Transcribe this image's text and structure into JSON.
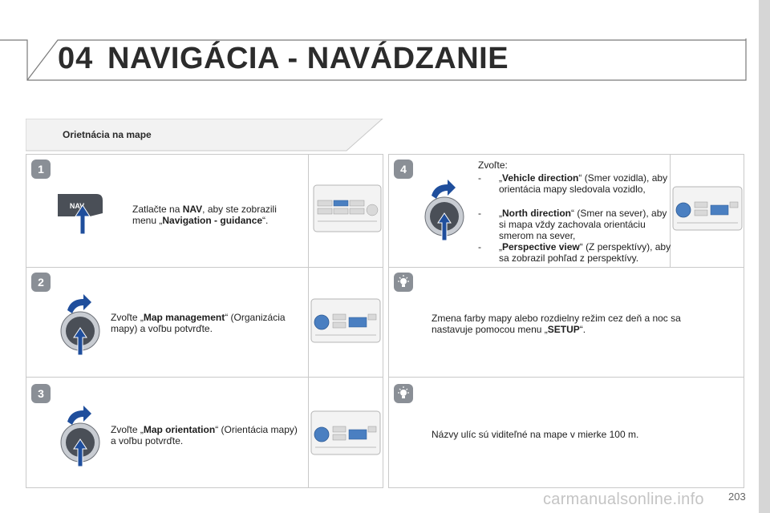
{
  "header": {
    "chapter_number": "04",
    "chapter_title": "NAVIGÁCIA - NAVÁDZANIE"
  },
  "section": {
    "title": "Orietnácia na mape"
  },
  "steps": [
    {
      "badge": "1",
      "button_label": "NAV",
      "text_pre": "Zatlačte na ",
      "text_bold1": "NAV",
      "text_mid": ", aby ste zobrazili menu „",
      "text_bold2": "Navigation - guidance",
      "text_post": "“."
    },
    {
      "badge": "2",
      "text_pre": "Zvoľte „",
      "text_bold": "Map management",
      "text_post": "“ (Organizácia mapy) a voľbu potvrďte."
    },
    {
      "badge": "3",
      "text_pre": "Zvoľte „",
      "text_bold": "Map orientation",
      "text_post": "“ (Orientácia mapy) a voľbu potvrďte."
    },
    {
      "badge": "4",
      "intro": "Zvoľte:",
      "options": [
        {
          "dash": "-",
          "pre": "„",
          "bold": "Vehicle direction",
          "post": "“ (Smer vozidla), aby orientácia mapy sledovala vozidlo,"
        },
        {
          "dash": "-",
          "pre": "„",
          "bold": "North direction",
          "post": "“ (Smer na sever), aby si mapa vždy zachovala orientáciu smerom na sever,"
        },
        {
          "dash": "-",
          "pre": "„",
          "bold": "Perspective view",
          "post": "“ (Z perspektívy), aby sa zobrazil pohľad z perspektívy."
        }
      ]
    }
  ],
  "tips": [
    {
      "icon": "lightbulb-icon",
      "pre": "Zmena farby mapy alebo rozdielny režim cez deň a noc sa nastavuje pomocou menu „",
      "bold": "SETUP",
      "post": "“."
    },
    {
      "icon": "lightbulb-icon",
      "text": "Názvy ulíc sú viditeľné na mape v mierke 100 m."
    }
  ],
  "footer": {
    "page_number": "203",
    "watermark": "carmanualsonline.info"
  },
  "colors": {
    "badge_fill": "#8a8f96",
    "arrow_blue": "#1f4e9c",
    "knob_dark": "#4a4f57",
    "title_color": "#2c2c2c"
  }
}
